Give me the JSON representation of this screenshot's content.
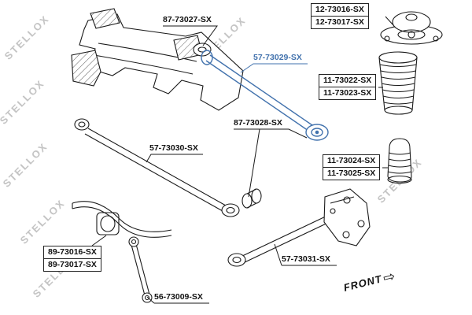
{
  "watermark": {
    "text": "STELLOX",
    "color": "#c4c4c4"
  },
  "colors": {
    "highlight_blue": "#4272ad",
    "line_black": "#1a1a1a"
  },
  "parts": {
    "p87_73027": "87-73027-SX",
    "p12_73016": "12-73016-SX",
    "p12_73017": "12-73017-SX",
    "p57_73029": "57-73029-SX",
    "p11_73022": "11-73022-SX",
    "p11_73023": "11-73023-SX",
    "p87_73028": "87-73028-SX",
    "p57_73030": "57-73030-SX",
    "p11_73024": "11-73024-SX",
    "p11_73025": "11-73025-SX",
    "p89_73016": "89-73016-SX",
    "p89_73017": "89-73017-SX",
    "p57_73031": "57-73031-SX",
    "p56_73009": "56-73009-SX"
  },
  "front_marker": {
    "label": "FRONT",
    "arrow_icon": "⇨"
  }
}
